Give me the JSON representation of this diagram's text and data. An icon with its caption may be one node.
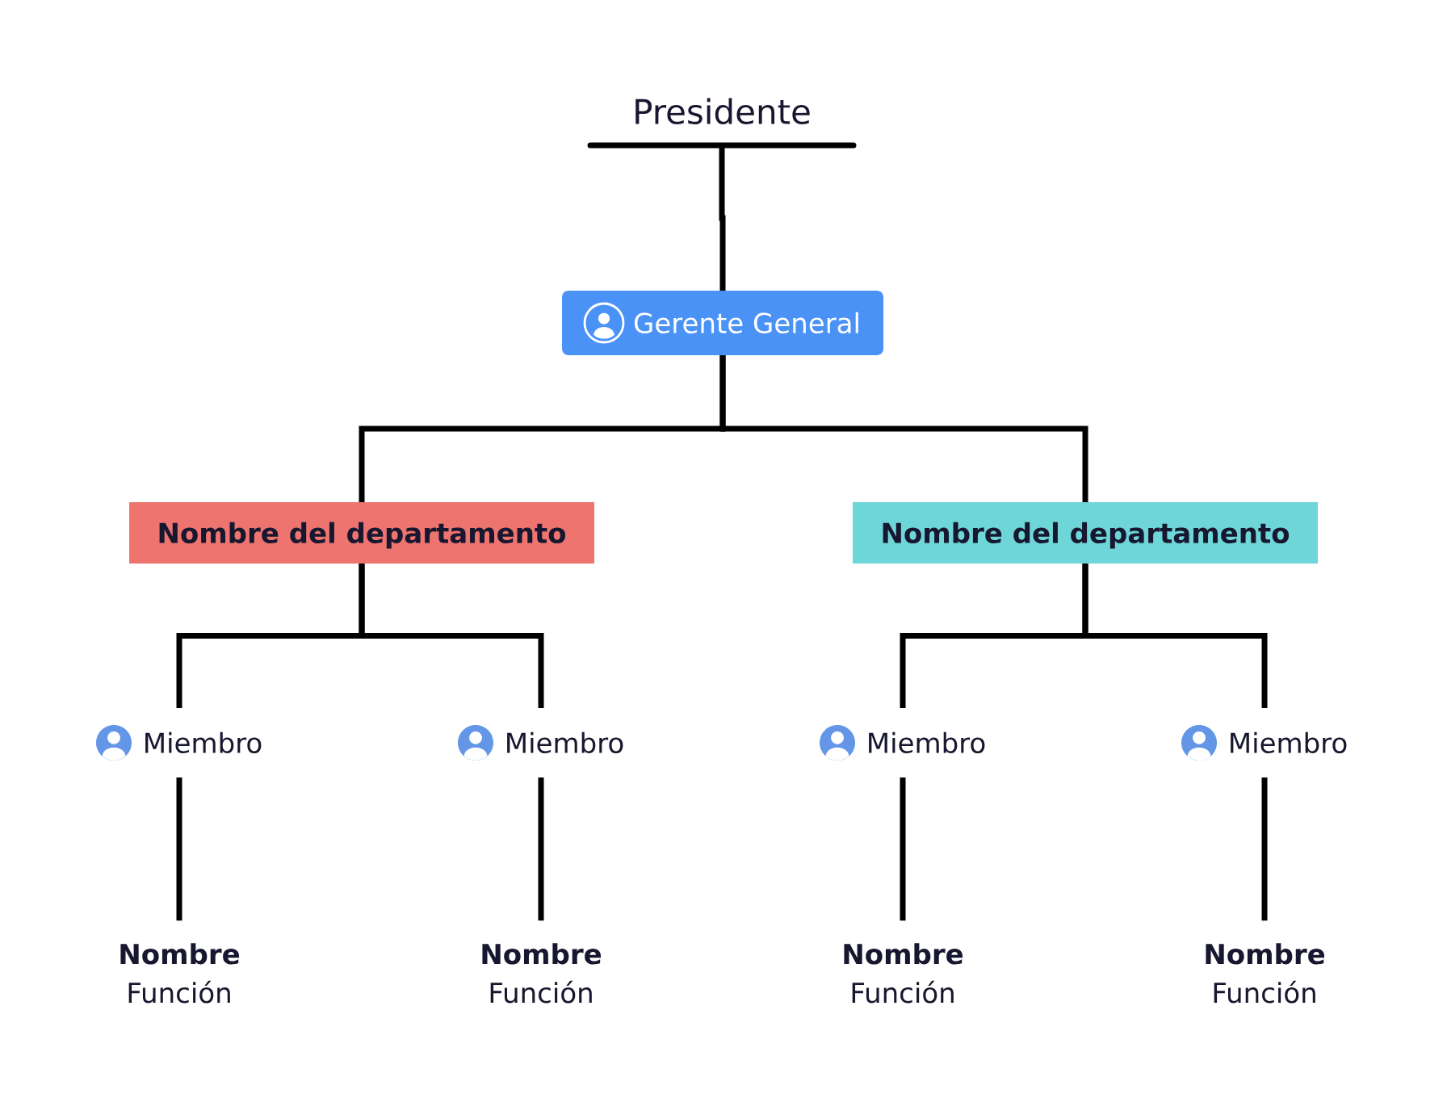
{
  "diagram": {
    "nodes": [
      {
        "text": [
          "Presidente"
        ]
      },
      {
        "text": [
          "Gerente General"
        ]
      },
      {
        "text": [
          "Nombre del departamento"
        ]
      },
      {
        "text": [
          "Nombre del departamento"
        ]
      },
      {
        "text": [
          "Miembro"
        ]
      },
      {
        "text": [
          "Miembro"
        ]
      },
      {
        "text": [
          "Miembro"
        ]
      },
      {
        "text": [
          "Miembro"
        ]
      },
      {
        "text": [
          "Nombre",
          "Función"
        ]
      },
      {
        "text": [
          "Nombre",
          "Función"
        ]
      },
      {
        "text": [
          "Nombre",
          "Función"
        ]
      },
      {
        "text": [
          "Nombre",
          "Función"
        ]
      }
    ],
    "edges": [
      {
        "from": 0,
        "to": 1,
        "arrow": "none"
      },
      {
        "from": 1,
        "to": 2,
        "arrow": "none"
      },
      {
        "from": 1,
        "to": 3,
        "arrow": "none"
      },
      {
        "from": 2,
        "to": 4,
        "arrow": "none"
      },
      {
        "from": 2,
        "to": 5,
        "arrow": "none"
      },
      {
        "from": 3,
        "to": 6,
        "arrow": "none"
      },
      {
        "from": 3,
        "to": 7,
        "arrow": "none"
      },
      {
        "from": 4,
        "to": 8,
        "arrow": "none"
      },
      {
        "from": 5,
        "to": 9,
        "arrow": "none"
      },
      {
        "from": 6,
        "to": 10,
        "arrow": "none"
      },
      {
        "from": 7,
        "to": 11,
        "arrow": "none"
      }
    ]
  }
}
